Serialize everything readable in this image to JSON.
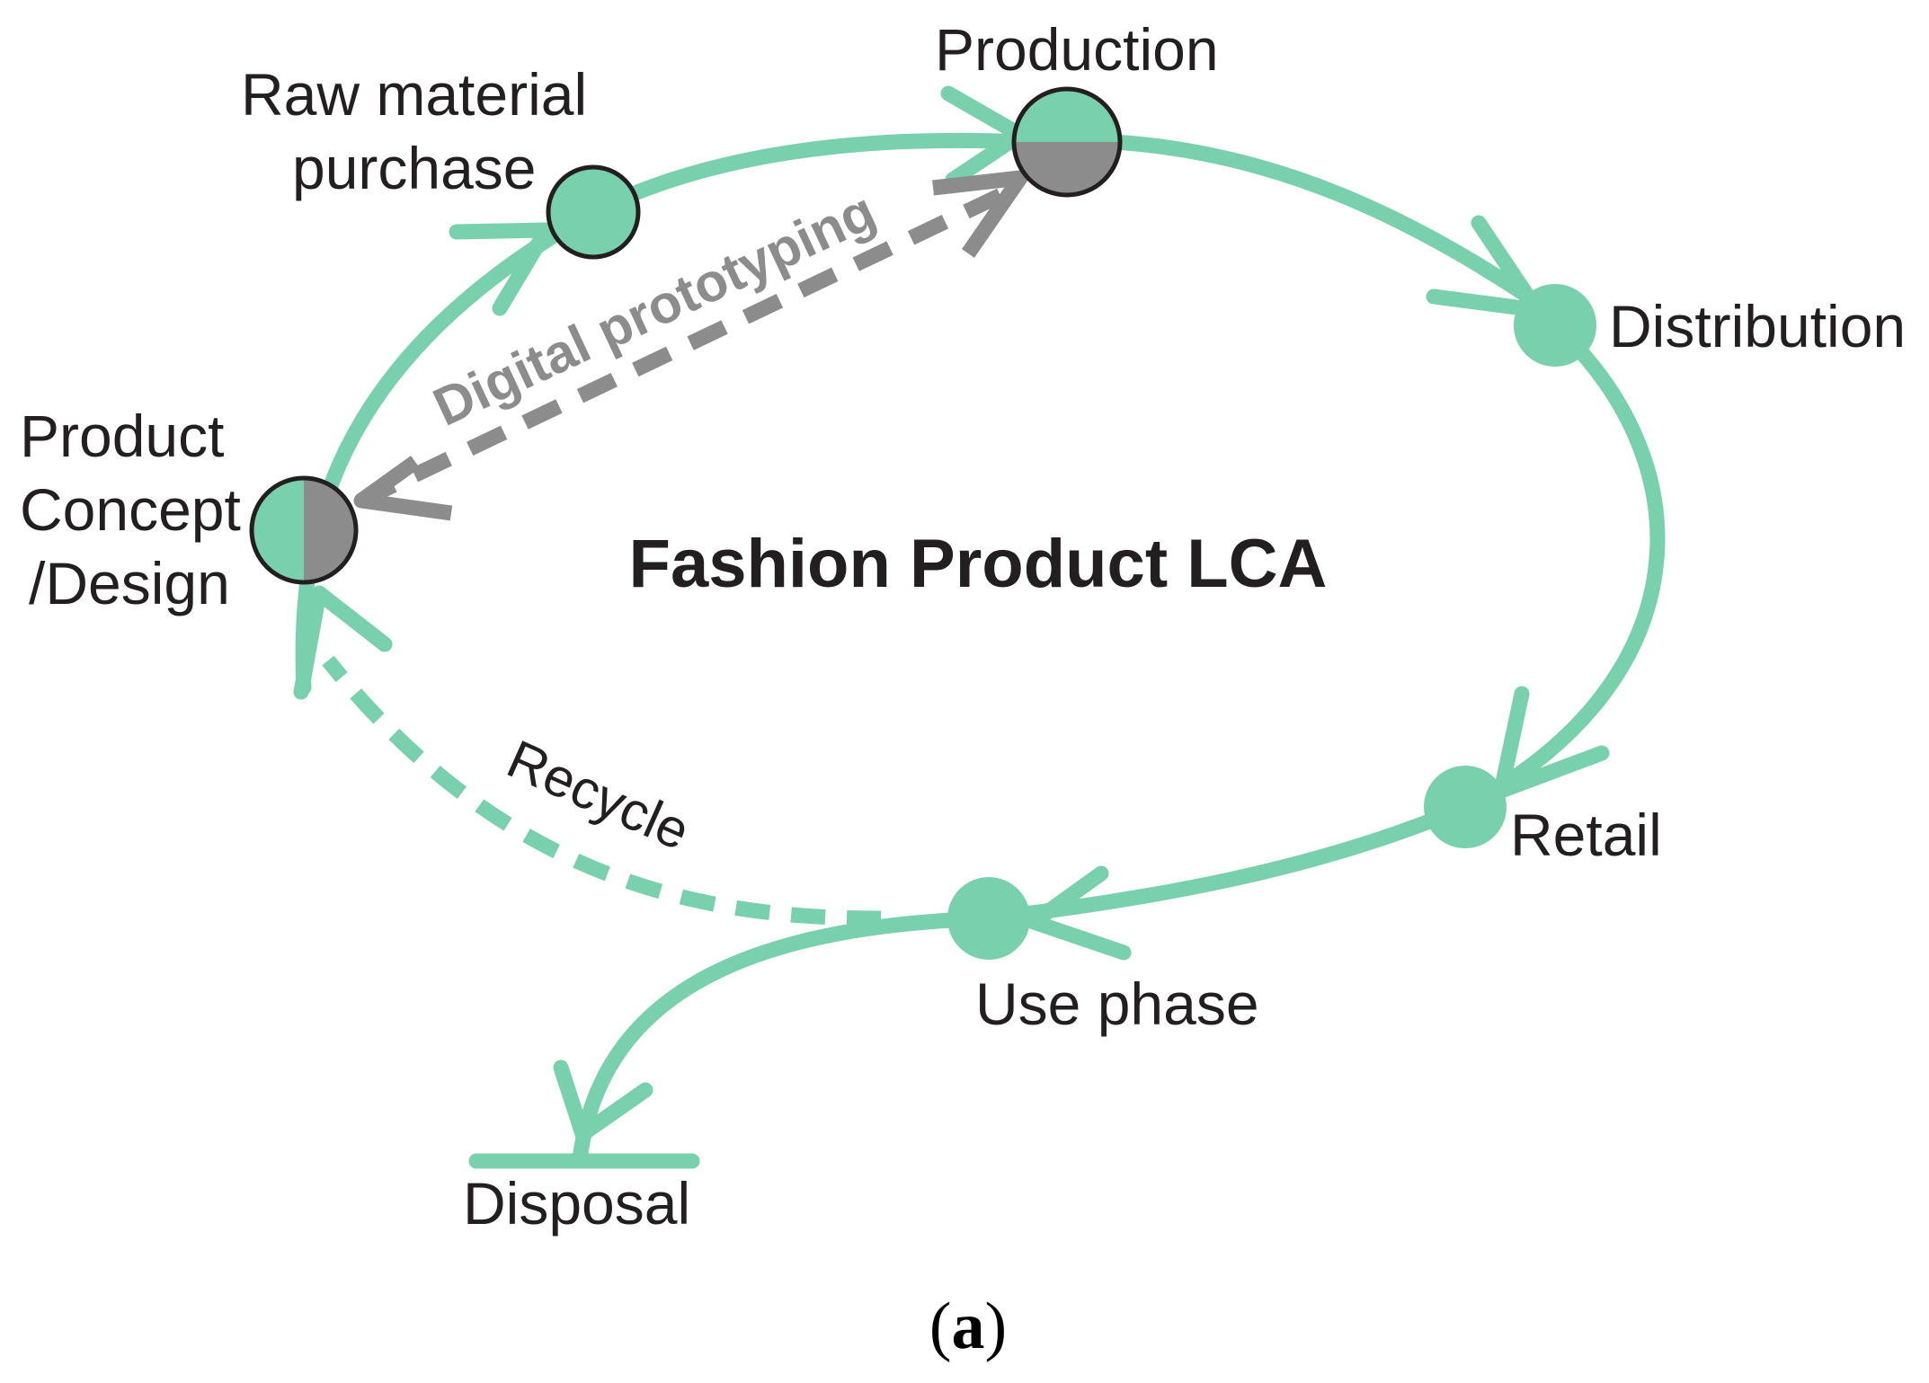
{
  "diagram": {
    "title": "Fashion Product LCA",
    "caption": "(a)",
    "colors": {
      "green": "#79d0ad",
      "grey": "#8c8c8c",
      "text": "#231f20"
    },
    "stages": {
      "design": [
        "Product",
        "Concept",
        "/Design"
      ],
      "raw_material": [
        "Raw material",
        "purchase"
      ],
      "production": "Production",
      "distribution": "Distribution",
      "retail": "Retail",
      "use_phase": "Use phase",
      "disposal": "Disposal"
    },
    "flows": {
      "digital_prototyping": "Digital prototyping",
      "recycle": "Recycle"
    }
  }
}
